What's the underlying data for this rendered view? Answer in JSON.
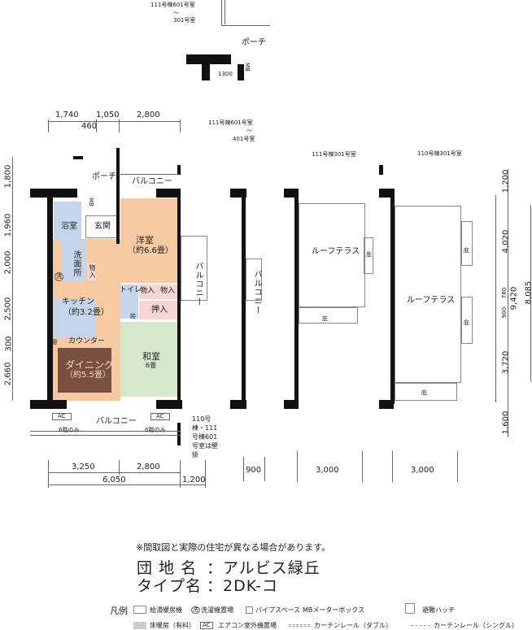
{
  "top_inset": {
    "label": "111号棟601号室",
    "tilde": "〜",
    "range_end": "301号室",
    "porch": "ポーチ",
    "mb": "MB",
    "dim": "1300"
  },
  "main_plan": {
    "dims_top": [
      "1,740",
      "1,050",
      "2,800"
    ],
    "dim_460": "460",
    "dims_left": [
      "1,800",
      "1,960",
      "2,000",
      "2,500",
      "300",
      "2,660"
    ],
    "dims_bottom": [
      "3,250",
      "2,800"
    ],
    "dim_total": "6,050",
    "dim_balcony": "1,200",
    "rooms": {
      "porch": "ポーチ",
      "balcony_top": "バルコニー",
      "mb": "MB",
      "bath": "浴室",
      "entrance": "玄関",
      "western": "洋室",
      "western_size": "（約6.6畳）",
      "washroom": "洗面所",
      "wash_symbol": "洗",
      "storage": "物入",
      "kitchen": "キッチン",
      "kitchen_size": "（約3.2畳）",
      "toilet": "トイレ",
      "storage2": "物入",
      "storage3": "物入",
      "closet": "押入",
      "shelf": "棚",
      "supply": "給",
      "counter": "カウンター",
      "dining": "ダイニング",
      "dining_size": "（約5.5畳）",
      "washitsu": "和室",
      "washitsu_size": "6畳",
      "balcony_right": "バルコニー",
      "balcony_bottom": "バルコニー",
      "ac1": "AC",
      "ac1_note": "6階のみ",
      "ac2": "AC",
      "ac2_note": "6階のみ",
      "wall_note": "110号棟・111号棟601号室は壁掛"
    }
  },
  "plan_b": {
    "label": "111号棟601号室",
    "tilde": "〜",
    "range_end": "401号室",
    "balcony": "バルコニー",
    "dim": "900"
  },
  "plan_c": {
    "label": "111号棟301号室",
    "roof": "ルーフテラス",
    "eave1": "庇",
    "eave2": "庇",
    "dim": "3,000"
  },
  "plan_d": {
    "label": "110号棟301号室",
    "roof": "ルーフテラス",
    "eave1": "庇",
    "eave2": "庇",
    "eave3": "庇",
    "dim": "3,000",
    "dims_right": [
      "1,200",
      "4,020",
      "780",
      "900",
      "3,720",
      "1,600"
    ],
    "dim_9420": "9,420",
    "dim_8085": "8,085"
  },
  "footer": {
    "notice": "※間取図と実際の住宅が異なる場合があります。",
    "estate_label": "団 地 名",
    "estate_value": "：アルビス緑丘",
    "type_label": "タイプ名",
    "type_value": "：2DK-コ",
    "legend_title": "凡例",
    "legend": [
      "給湯暖房機",
      "洗濯機置場",
      "パイプスペース",
      "MBメーターボックス",
      "避難ハッチ",
      "床暖房（有料）",
      "エアコン室外機置場",
      "カーテンレール（ダブル）",
      "カーテンレール（シングル）"
    ],
    "legend_wash": "洗",
    "legend_mb": "MB",
    "legend_ac": "AC"
  }
}
